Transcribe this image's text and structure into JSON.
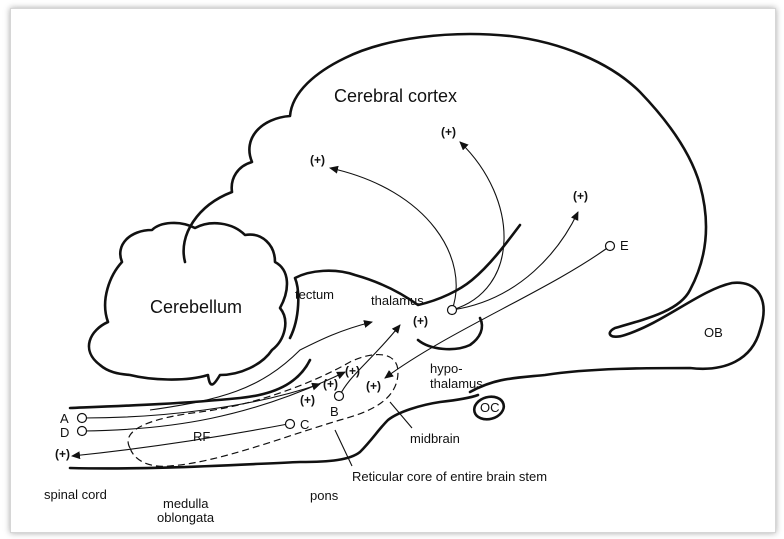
{
  "labels": {
    "cerebral_cortex": "Cerebral cortex",
    "cerebellum": "Cerebellum",
    "tectum": "tectum",
    "thalamus": "thalamus",
    "hypothalamus_line1": "hypo-",
    "hypothalamus_line2": "thalamus",
    "ob": "OB",
    "oc": "OC",
    "midbrain": "midbrain",
    "reticular_core": "Reticular core of entire brain stem",
    "rf": "RF",
    "spinal_cord": "spinal cord",
    "medulla_line1": "medulla",
    "medulla_line2": "oblongata",
    "pons": "pons"
  },
  "points": {
    "a": "A",
    "b": "B",
    "c": "C",
    "d": "D",
    "e": "E"
  },
  "plus_sign": "(+)"
}
